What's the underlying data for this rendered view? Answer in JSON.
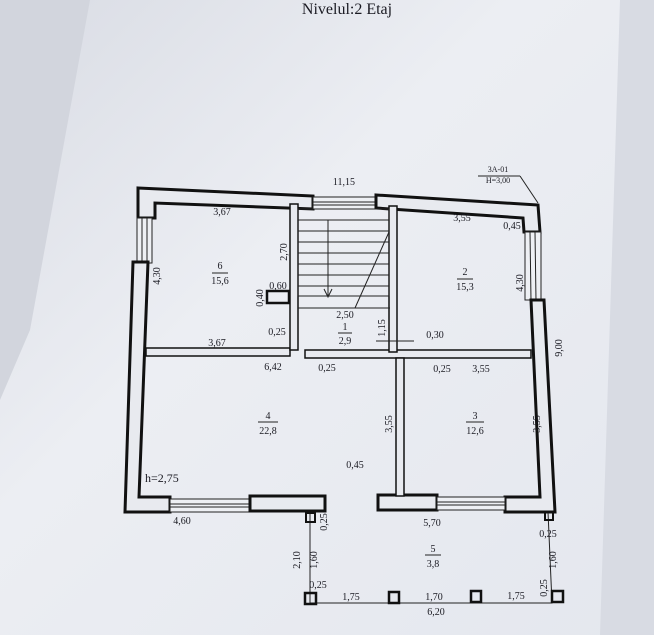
{
  "title": "Nivelul:2 Etaj",
  "stamp": {
    "code": "3A-01",
    "height": "H=3,00"
  },
  "ceiling_height": "h=2,75",
  "rooms": [
    {
      "number": "1",
      "area": "2,9"
    },
    {
      "number": "2",
      "area": "15,3"
    },
    {
      "number": "3",
      "area": "12,6"
    },
    {
      "number": "4",
      "area": "22,8"
    },
    {
      "number": "5",
      "area": "3,8"
    },
    {
      "number": "6",
      "area": "15,6"
    }
  ],
  "dims": {
    "top_total": "11,15",
    "room6_width": "3,67",
    "room2_width": "3,55",
    "corner": "0,45",
    "left_height": "4,30",
    "right_height": "4,30",
    "right_total": "9,00",
    "stair_len": "2,70",
    "stair_width": "2,50",
    "niche_w": "0,60",
    "niche_h": "0,40",
    "wall_a": "0,25",
    "hall_h": "1,15",
    "gap": "0,30",
    "corr_width": "3,67",
    "room4_width": "6,42",
    "wall_b": "0,25",
    "wall_c": "0,25",
    "room3_width": "3,55",
    "room4_h": "3,55",
    "room3_h": "3,55",
    "door_w": "0,45",
    "bottom_left": "4,60",
    "bottom_right": "5,70",
    "porch_post_a": "0,25",
    "porch_post_b": "0,25",
    "porch_total_h": "2,10",
    "porch_h_left": "1,60",
    "porch_h_right": "1,60",
    "porch_post_c": "0,25",
    "porch_post_d": "0,25",
    "span1": "1,75",
    "span2": "1,70",
    "span3": "1,75",
    "porch_width": "6,20"
  }
}
